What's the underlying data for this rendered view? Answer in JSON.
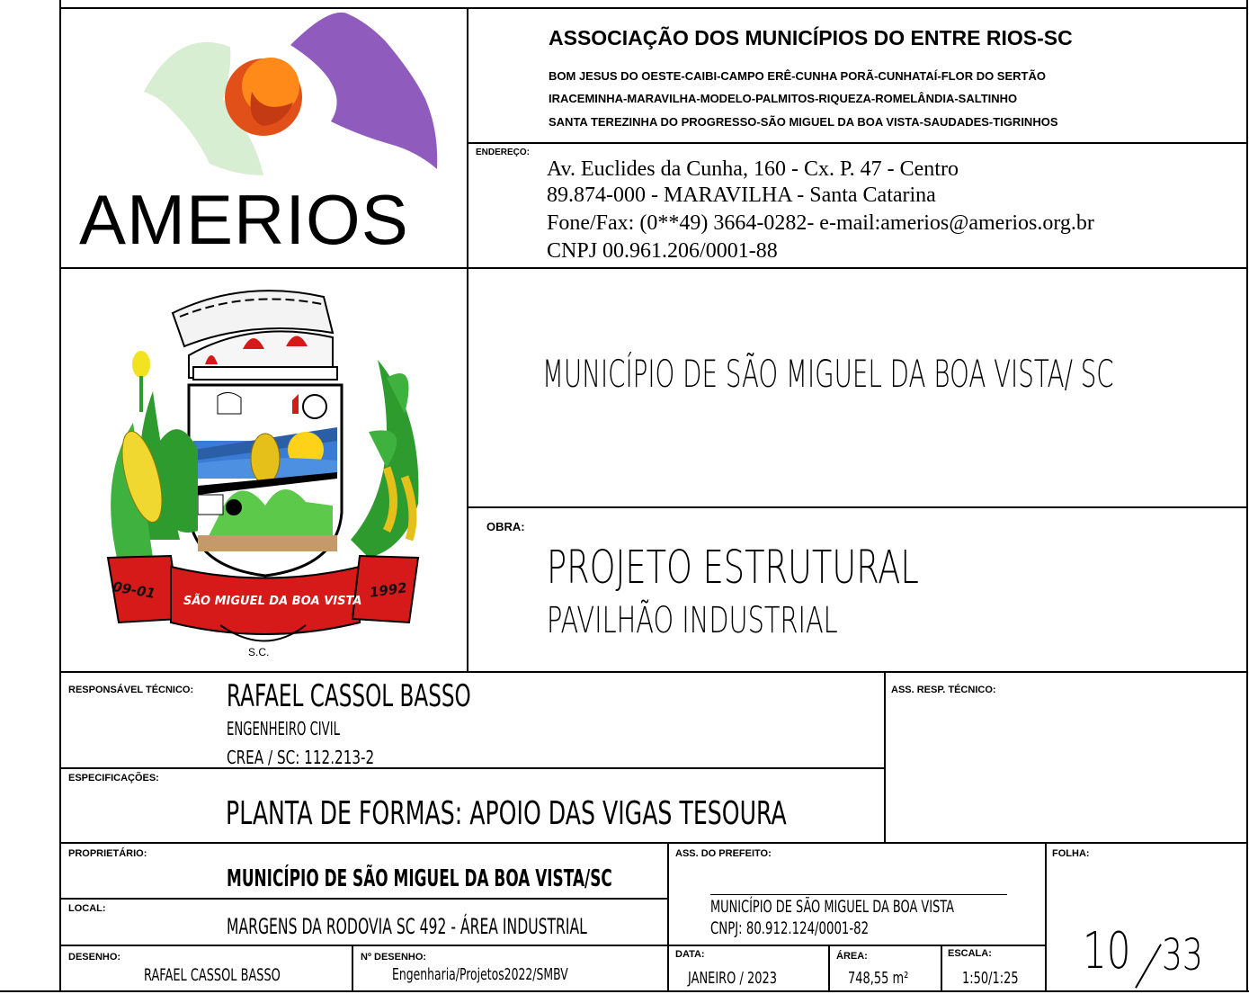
{
  "association": {
    "title": "ASSOCIAÇÃO DOS MUNICÍPIOS DO ENTRE RIOS-SC",
    "members_line1": "BOM JESUS DO OESTE-CAIBI-CAMPO ERÊ-CUNHA PORÃ-CUNHATAÍ-FLOR DO SERTÃO",
    "members_line2": "IRACEMINHA-MARAVILHA-MODELO-PALMITOS-RIQUEZA-ROMELÂNDIA-SALTINHO",
    "members_line3": "SANTA TEREZINHA DO PROGRESSO-SÃO MIGUEL DA BOA VISTA-SAUDADES-TIGRINHOS",
    "logo_text": "AMERIOS"
  },
  "address": {
    "label": "ENDEREÇO:",
    "line1": "Av. Euclides da Cunha, 160 - Cx. P. 47 - Centro",
    "line2": "89.874-000 - MARAVILHA - Santa Catarina",
    "line3": "Fone/Fax: (0**49) 3664-0282- e-mail:amerios@amerios.org.br",
    "line4": "CNPJ 00.961.206/0001-88"
  },
  "coat_of_arms": {
    "ribbon_left": "09-01",
    "ribbon_center": "SÃO MIGUEL DA BOA VISTA",
    "ribbon_right": "1992",
    "state": "S.C."
  },
  "municipality": "MUNICÍPIO DE SÃO MIGUEL DA BOA VISTA/ SC",
  "obra": {
    "label": "OBRA:",
    "title": "PROJETO  ESTRUTURAL",
    "subtitle": "PAVILHÃO  INDUSTRIAL"
  },
  "responsavel": {
    "label": "RESPONSÁVEL TÉCNICO:",
    "name": "RAFAEL  CASSOL  BASSO",
    "profession": "ENGENHEIRO  CIVIL",
    "crea": "CREA  /  SC:  112.213-2"
  },
  "ass_resp_label": "ASS. RESP. TÉCNICO:",
  "especificacoes": {
    "label": "ESPECIFICAÇÕES:",
    "value": "PLANTA  DE  FORMAS:  APOIO  DAS  VIGAS  TESOURA"
  },
  "proprietario": {
    "label": "PROPRIETÁRIO:",
    "value": "MUNICÍPIO  DE  SÃO  MIGUEL  DA  BOA  VISTA/SC"
  },
  "ass_prefeito": {
    "label": "ASS. DO PREFEITO:",
    "name": "MUNICÍPIO  DE  SÃO  MIGUEL  DA  BOA  VISTA",
    "cnpj": "CNPJ:  80.912.124/0001-82"
  },
  "folha": {
    "label": "FOLHA:",
    "number": "10",
    "total": "33"
  },
  "local": {
    "label": "LOCAL:",
    "value": "MARGENS  DA  RODOVIA  SC  492  -  ÁREA  INDUSTRIAL"
  },
  "desenho": {
    "label": "DESENHO:",
    "value": "RAFAEL  CASSOL  BASSO"
  },
  "n_desenho": {
    "label": "Nº DESENHO:",
    "value": "Engenharia/Projetos2022/SMBV"
  },
  "data": {
    "label": "DATA:",
    "value": "JANEIRO  /  2023"
  },
  "area": {
    "label": "ÁREA:",
    "value": "748,55  m²"
  },
  "escala": {
    "label": "ESCALA:",
    "value": "1:50/1:25"
  }
}
